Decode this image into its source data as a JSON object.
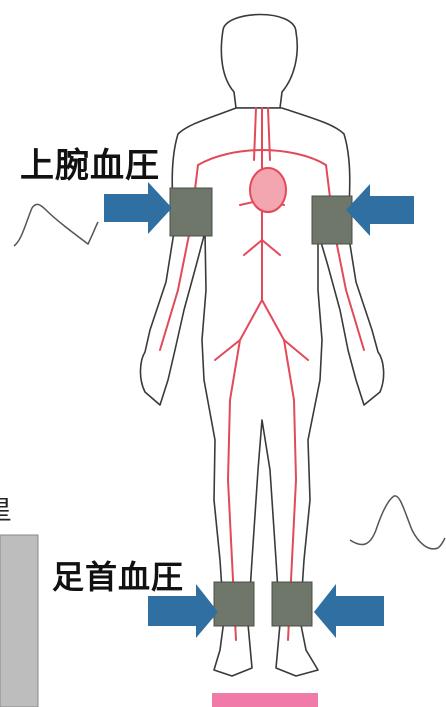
{
  "labels": {
    "upper_arm_bp": "上腕血圧",
    "ankle_bp": "足首血圧",
    "edge_fragment": "星"
  },
  "colors": {
    "cuff": "#6f766a",
    "arrow": "#2f6fa1",
    "artery": "#e24a5a",
    "body_outline": "#3a3a3a",
    "pad": "#f07aa8",
    "waveform": "#555555"
  },
  "icons": {
    "arrows": "arrow-icon",
    "cuffs": "cuff-icon",
    "waveforms": "pulse-waveform-icon"
  }
}
